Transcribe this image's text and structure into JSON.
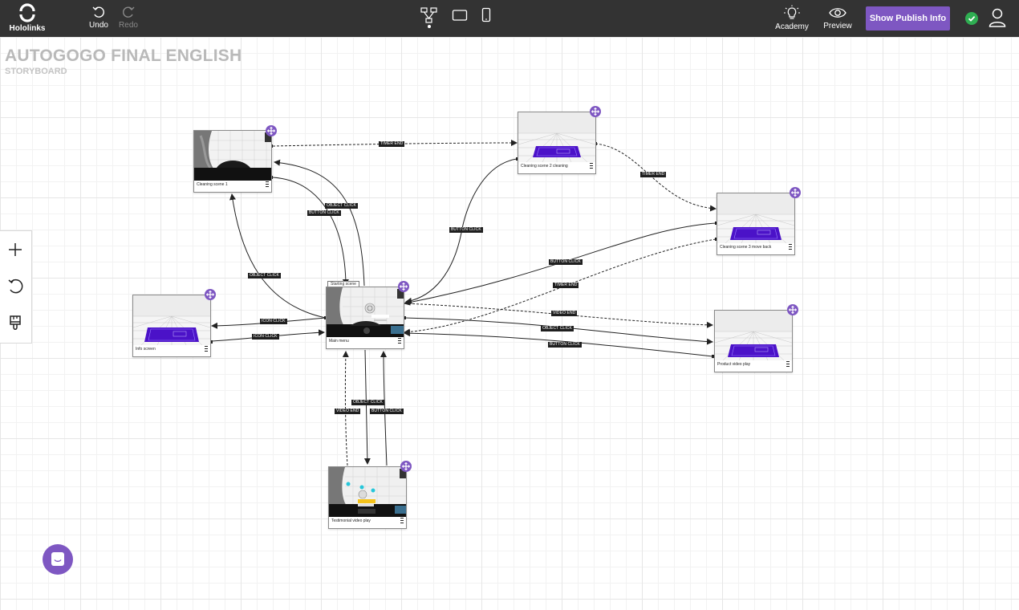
{
  "app": {
    "logo_label": "Hololinks",
    "undo_label": "Undo",
    "redo_label": "Redo",
    "academy_label": "Academy",
    "preview_label": "Preview",
    "publish_label": "Show Publish Info",
    "accent_color": "#7e57c2",
    "status_color": "#2fae52"
  },
  "project": {
    "title": "AUTOGOGO FINAL ENGLISH",
    "subtitle": "STORYBOARD"
  },
  "left_tools": [
    {
      "name": "add-icon"
    },
    {
      "name": "reset-icon"
    },
    {
      "name": "brush-icon"
    }
  ],
  "scenes": {
    "cleaning1": "Cleaning scene 1",
    "cleaning2": "Cleaning scene 2 cleaning",
    "cleaning3": "Cleaning scene 3 move back",
    "info": "Info screen",
    "main": "Main menu",
    "product": "Product video play",
    "testimonial": "Testimonial video play",
    "start_tag": "Starting scene"
  },
  "links": {
    "timer_end_1": "TIMER END",
    "timer_end_2": "TIMER END",
    "timer_end_3": "TIMER END",
    "object_click_1": "OBJECT CLICK",
    "button_click_1": "BUTTON CLICK",
    "object_click_2": "OBJECT CLICK",
    "button_click_2": "BUTTON CLICK",
    "button_click_3": "BUTTON CLICK",
    "icon_click_1": "ICON CLICK",
    "icon_click_2": "ICON CLICK",
    "video_end_1": "VIDEO END",
    "object_click_3": "OBJECT CLICK",
    "button_click_4": "BUTTON CLICK",
    "object_click_4": "OBJECT CLICK",
    "video_end_2": "VIDEO END",
    "button_click_5": "BUTTON CLICK"
  }
}
